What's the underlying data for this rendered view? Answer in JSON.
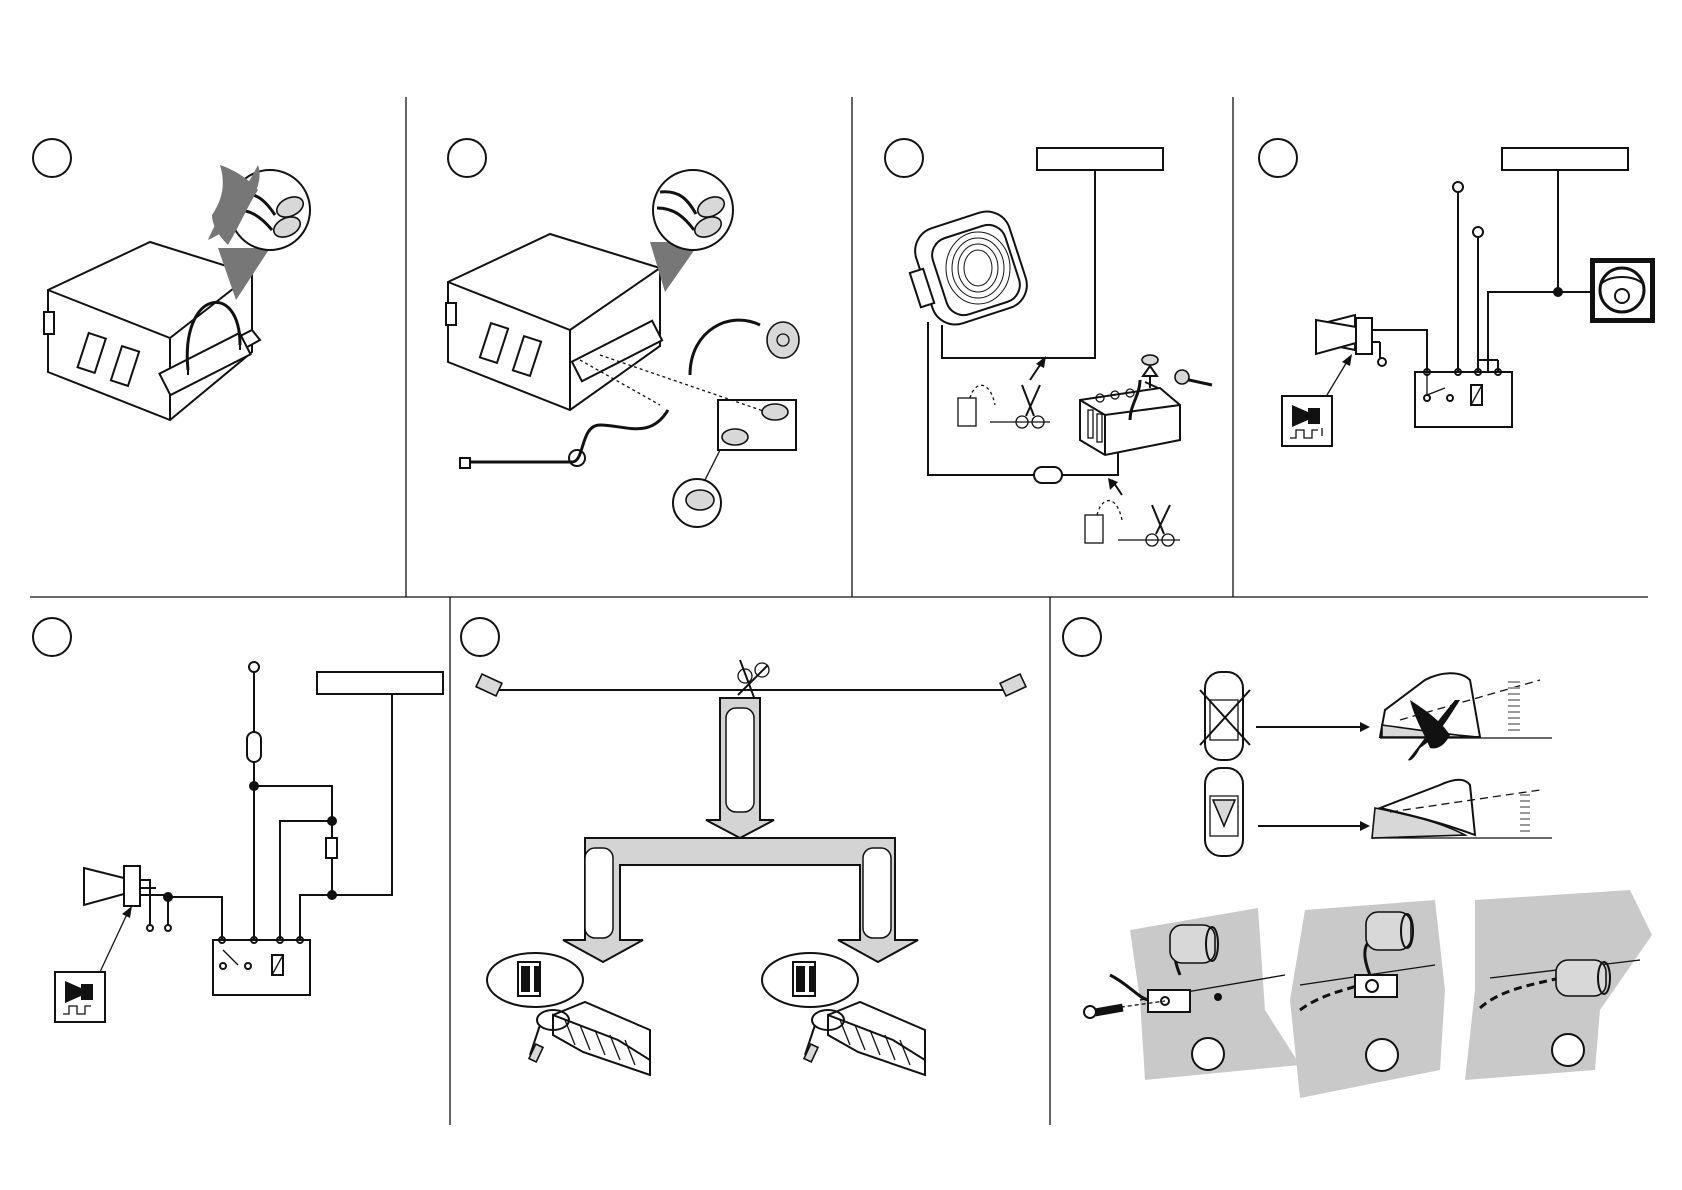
{
  "document": {
    "step_labels": [
      "",
      "",
      "",
      "",
      "",
      "",
      "",
      "",
      "",
      ""
    ],
    "label_boxes": [
      "",
      "",
      ""
    ]
  },
  "colors": {
    "ink": "#111111",
    "background": "#ffffff",
    "install_surface": "#c9c9c9",
    "arrow_fill": "#d4d4d4"
  },
  "icons": [
    "alarm-module",
    "cross-mark",
    "connector",
    "siren",
    "battery",
    "fuse",
    "scissors",
    "relay",
    "horn",
    "steering-wheel",
    "car-top-view",
    "tilt-sensor",
    "screw"
  ]
}
